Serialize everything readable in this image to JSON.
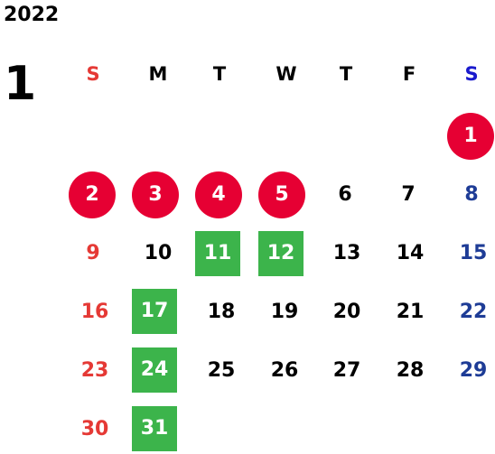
{
  "header": {
    "year": "2022",
    "month": "1"
  },
  "weekdays": [
    "S",
    "M",
    "T",
    "W",
    "T",
    "F",
    "S"
  ],
  "days": [
    "1",
    "2",
    "3",
    "4",
    "5",
    "6",
    "7",
    "8",
    "9",
    "10",
    "11",
    "12",
    "13",
    "14",
    "15",
    "16",
    "17",
    "18",
    "19",
    "20",
    "21",
    "22",
    "23",
    "24",
    "25",
    "26",
    "27",
    "28",
    "29",
    "30",
    "31"
  ],
  "colors": {
    "sunday": "#e53935",
    "saturday": "#1e3c96",
    "saturday_header": "#1a1acd",
    "holiday_circle": "#e60033",
    "highlight_box": "#3cb44b",
    "weekday": "#000000"
  }
}
